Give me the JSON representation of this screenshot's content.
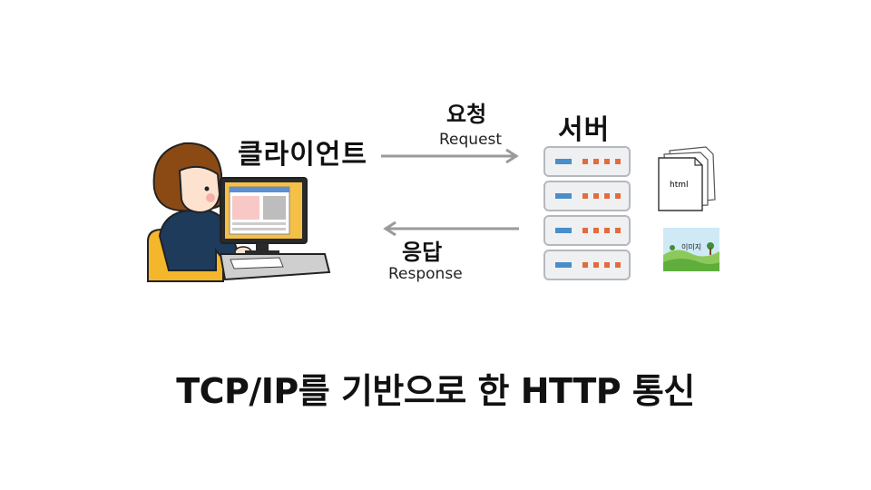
{
  "client": {
    "label": "클라이언트"
  },
  "server": {
    "label": "서버"
  },
  "request": {
    "label_ko": "요청",
    "label_en": "Request"
  },
  "response": {
    "label_ko": "응답",
    "label_en": "Response"
  },
  "resources": {
    "html_label": "html",
    "image_label": "이미지"
  },
  "title": "TCP/IP를 기반으로 한 HTTP 통신",
  "colors": {
    "arrow": "#9a9a9a",
    "server_body": "#eef0f2",
    "server_led": "#e36b3c",
    "server_slot": "#4a8ec9",
    "chair": "#f4b62b",
    "shirt": "#1e3b5c",
    "hair": "#8b4a14",
    "monitor_screen": "#f5c048"
  }
}
